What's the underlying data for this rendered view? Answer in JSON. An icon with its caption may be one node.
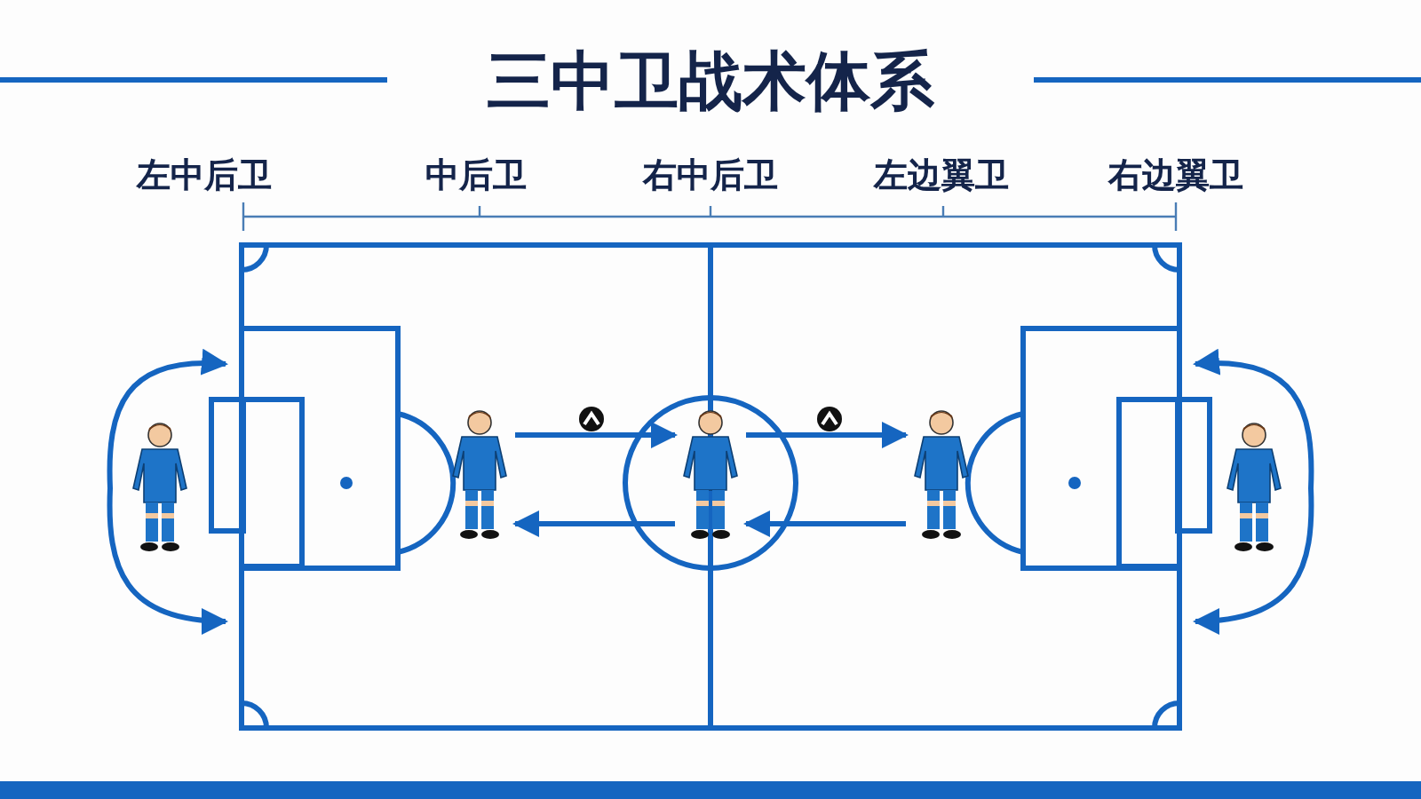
{
  "diagram": {
    "title": "三中卫战术体系",
    "nodes": [
      {
        "text": [],
        "shape": "person"
      },
      {
        "text": [],
        "shape": "person"
      },
      {
        "text": [],
        "shape": "person"
      },
      {
        "text": [],
        "shape": "person"
      },
      {
        "text": [],
        "shape": "person"
      }
    ],
    "edges": [
      {
        "from": 1,
        "to": 2,
        "arrow": "to"
      },
      {
        "from": 2,
        "to": 1,
        "arrow": "to"
      },
      {
        "from": 2,
        "to": 3,
        "arrow": "to"
      },
      {
        "from": 3,
        "to": 2,
        "arrow": "to"
      }
    ],
    "labels": [
      "左中后卫",
      "中后卫",
      "右中后卫",
      "左边翼卫",
      "右边翼卫"
    ]
  }
}
